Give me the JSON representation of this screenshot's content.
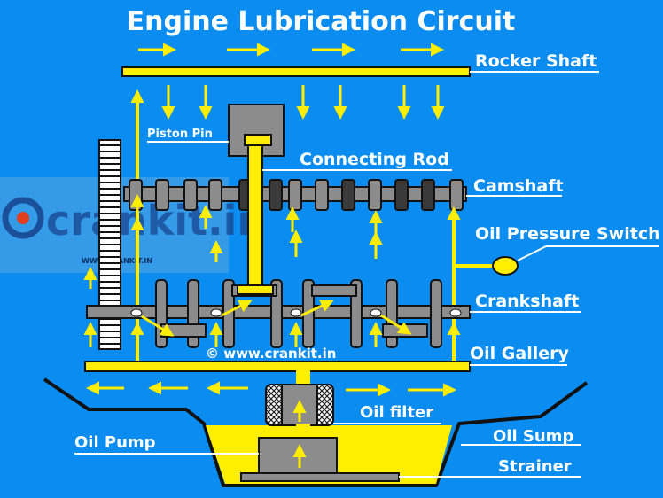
{
  "title": "Engine Lubrication Circuit",
  "labels": {
    "rocker_shaft": "Rocker Shaft",
    "piston_pin": "Piston Pin",
    "connecting_rod": "Connecting Rod",
    "camshaft": "Camshaft",
    "oil_pressure_switch": "Oil Pressure Switch",
    "crankshaft": "Crankshaft",
    "oil_gallery": "Oil Gallery",
    "oil_filter": "Oil filter",
    "oil_pump": "Oil Pump",
    "oil_sump": "Oil Sump",
    "strainer": "Strainer"
  },
  "watermark": {
    "logo": "crankit.in",
    "site_small": "WWW.CRANKIT.IN",
    "copyright": "© www.crankit.in"
  },
  "colors": {
    "background": "#0a8cf0",
    "oil": "#ffee00",
    "part_gray": "#8c8c8c",
    "part_dark": "#3a3a3a",
    "label_text": "#ffffff"
  }
}
